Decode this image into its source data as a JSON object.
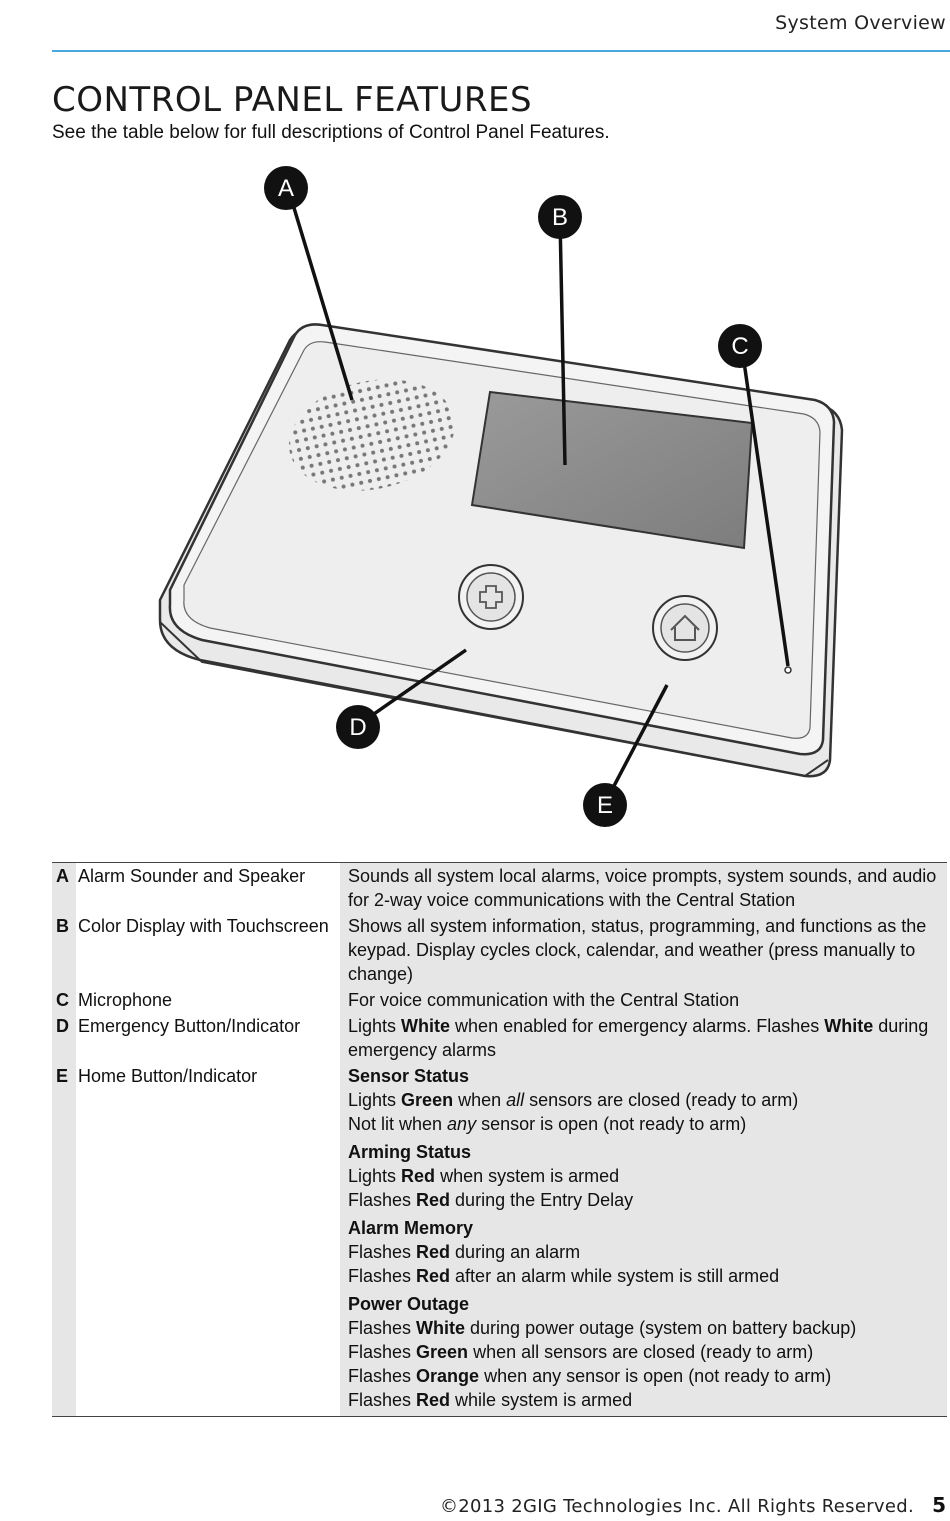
{
  "header": {
    "section_label": "System Overview"
  },
  "title": "CONTROL PANEL FEATURES",
  "subtitle": "See the table below for full descriptions of Control Panel Features.",
  "figure": {
    "callouts": [
      "A",
      "B",
      "C",
      "D",
      "E"
    ]
  },
  "features": [
    {
      "letter": "A",
      "name": "Alarm Sounder and Speaker",
      "desc": "Sounds all system local alarms, voice prompts, system sounds, and audio for 2-way voice communications with the Central Station"
    },
    {
      "letter": "B",
      "name": "Color Display with Touchscreen",
      "desc": "Shows all system information, status, programming, and functions as the keypad. Display cycles clock, calendar, and weather (press manually to change)"
    },
    {
      "letter": "C",
      "name": "Microphone",
      "desc": "For voice communication with the Central Station"
    },
    {
      "letter": "D",
      "name": "Emergency Button/Indicator",
      "desc_parts": [
        "Lights ",
        "White",
        " when enabled for emergency alarms. Flashes ",
        "White",
        " during emergency alarms"
      ]
    },
    {
      "letter": "E",
      "name": "Home Button/Indicator",
      "blocks": [
        {
          "title": "Sensor Status",
          "lines": [
            [
              "Lights ",
              "Green",
              " when ",
              "all",
              " sensors are closed (ready to arm)"
            ],
            [
              "Not lit when ",
              "any",
              " sensor is open (not ready to arm)"
            ]
          ]
        },
        {
          "title": "Arming Status",
          "lines": [
            [
              "Lights ",
              "Red",
              " when system is armed"
            ],
            [
              "Flashes ",
              "Red",
              " during the Entry Delay"
            ]
          ]
        },
        {
          "title": "Alarm Memory",
          "lines": [
            [
              "Flashes ",
              "Red",
              " during an alarm"
            ],
            [
              "Flashes ",
              "Red",
              " after an alarm while system is still armed"
            ]
          ]
        },
        {
          "title": "Power Outage",
          "lines": [
            [
              "Flashes ",
              "White",
              " during power outage (system on battery backup)"
            ],
            [
              "Flashes ",
              "Green",
              " when all sensors are closed (ready to arm)"
            ],
            [
              "Flashes ",
              "Orange",
              " when any sensor is open (not ready to arm)"
            ],
            [
              "Flashes ",
              "Red",
              " while system is armed"
            ]
          ]
        }
      ]
    }
  ],
  "footer": {
    "copyright": "©2013 2GIG Technologies Inc. All Rights Reserved.",
    "page_number": "5"
  }
}
